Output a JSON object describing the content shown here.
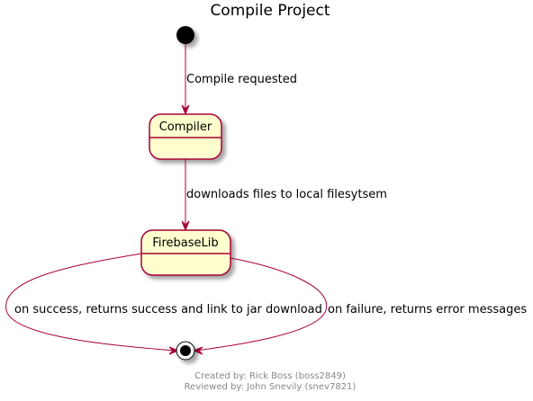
{
  "diagram": {
    "title": "Compile Project",
    "states": {
      "compiler": "Compiler",
      "firebase": "FirebaseLib"
    },
    "transitions": {
      "start_to_compiler": "Compile requested",
      "compiler_to_firebase": "downloads files to local filesytsem",
      "firebase_success": "on success, returns success and link to jar download",
      "firebase_failure": "on failure, returns error messages"
    },
    "footer": {
      "created_by": "Created by: Rick Boss (boss2849)",
      "reviewed_by": "Reviewed by: John Snevily (snev7821)"
    },
    "colors": {
      "state_fill": "#FEFECE",
      "border": "#A80036",
      "footer_text": "#888888"
    }
  }
}
